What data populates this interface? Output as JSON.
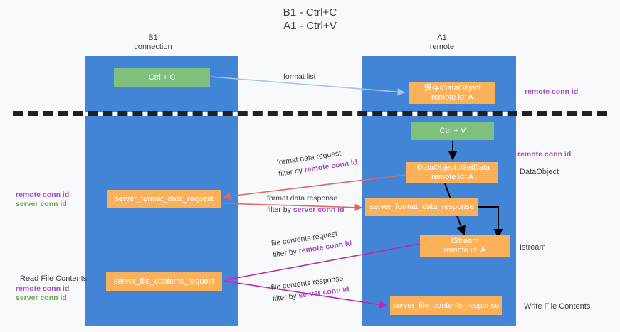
{
  "title": {
    "line1": "B1 - Ctrl+C",
    "line2": "A1 - Ctrl+V"
  },
  "columns": {
    "left": {
      "name": "B1",
      "role": "connection"
    },
    "right": {
      "name": "A1",
      "role": "remote"
    }
  },
  "nodes": {
    "ctrl_c": {
      "label": "Ctrl + C",
      "color": "#7ec17e"
    },
    "ctrl_v": {
      "label": "Ctrl + V",
      "color": "#7ec17e"
    },
    "idataobject": {
      "line1": "保存IDataObject",
      "line2": "remote id: A",
      "color": "#fbb05a"
    },
    "getdata": {
      "line1": "IDataObject::GetData",
      "line2": "remote id: A",
      "color": "#fbb05a"
    },
    "istream": {
      "line1": "IStream",
      "line2": "remote id: A",
      "color": "#fbb05a"
    },
    "server_format_data_request": {
      "label": "server_format_data_request",
      "color": "#fbb05a"
    },
    "server_format_data_response": {
      "label": "server_format_data_response",
      "color": "#fbb05a"
    },
    "server_file_contents_request": {
      "label": "server_file_contents_request",
      "color": "#fbb05a"
    },
    "server_file_contents_response": {
      "label": "server_file_contents_response",
      "color": "#fbb05a"
    }
  },
  "edges": {
    "format_list": {
      "label": "format list"
    },
    "format_data_request": {
      "label": "format data request",
      "filter_prefix": "filter by ",
      "filter_key": "remote conn id"
    },
    "format_data_response": {
      "label": "format data response",
      "filter_prefix": "filter by ",
      "filter_key": "server conn id"
    },
    "file_contents_request": {
      "label": "file contents request",
      "filter_prefix": "filter by ",
      "filter_key": "remote conn id"
    },
    "file_contents_response": {
      "label": "file contents response",
      "filter_prefix": "filter by ",
      "filter_key": "server conn id"
    }
  },
  "side_labels": {
    "dataobject": "DataObject",
    "istream": "Istream",
    "write_file_contents": "Write File Contents",
    "read_file_contents": "Read File Contents"
  },
  "conn_ids": {
    "remote": "remote conn id",
    "server": "server conn id"
  },
  "colors": {
    "lane": "#4285d6",
    "node_green": "#7ec17e",
    "node_orange": "#fbb05a",
    "remote_conn_id": "#a64dc0",
    "server_conn_id_left": "#6aa84f",
    "server_conn_id_mid": "#a64dc0",
    "background": "#f8f9fa",
    "arrow_blue": "#9fc5e8",
    "arrow_red": "#e06666",
    "arrow_black": "#000000",
    "arrow_magenta": "#c026a8",
    "arrow_purple": "#a64dc0",
    "divider": "#202124"
  }
}
